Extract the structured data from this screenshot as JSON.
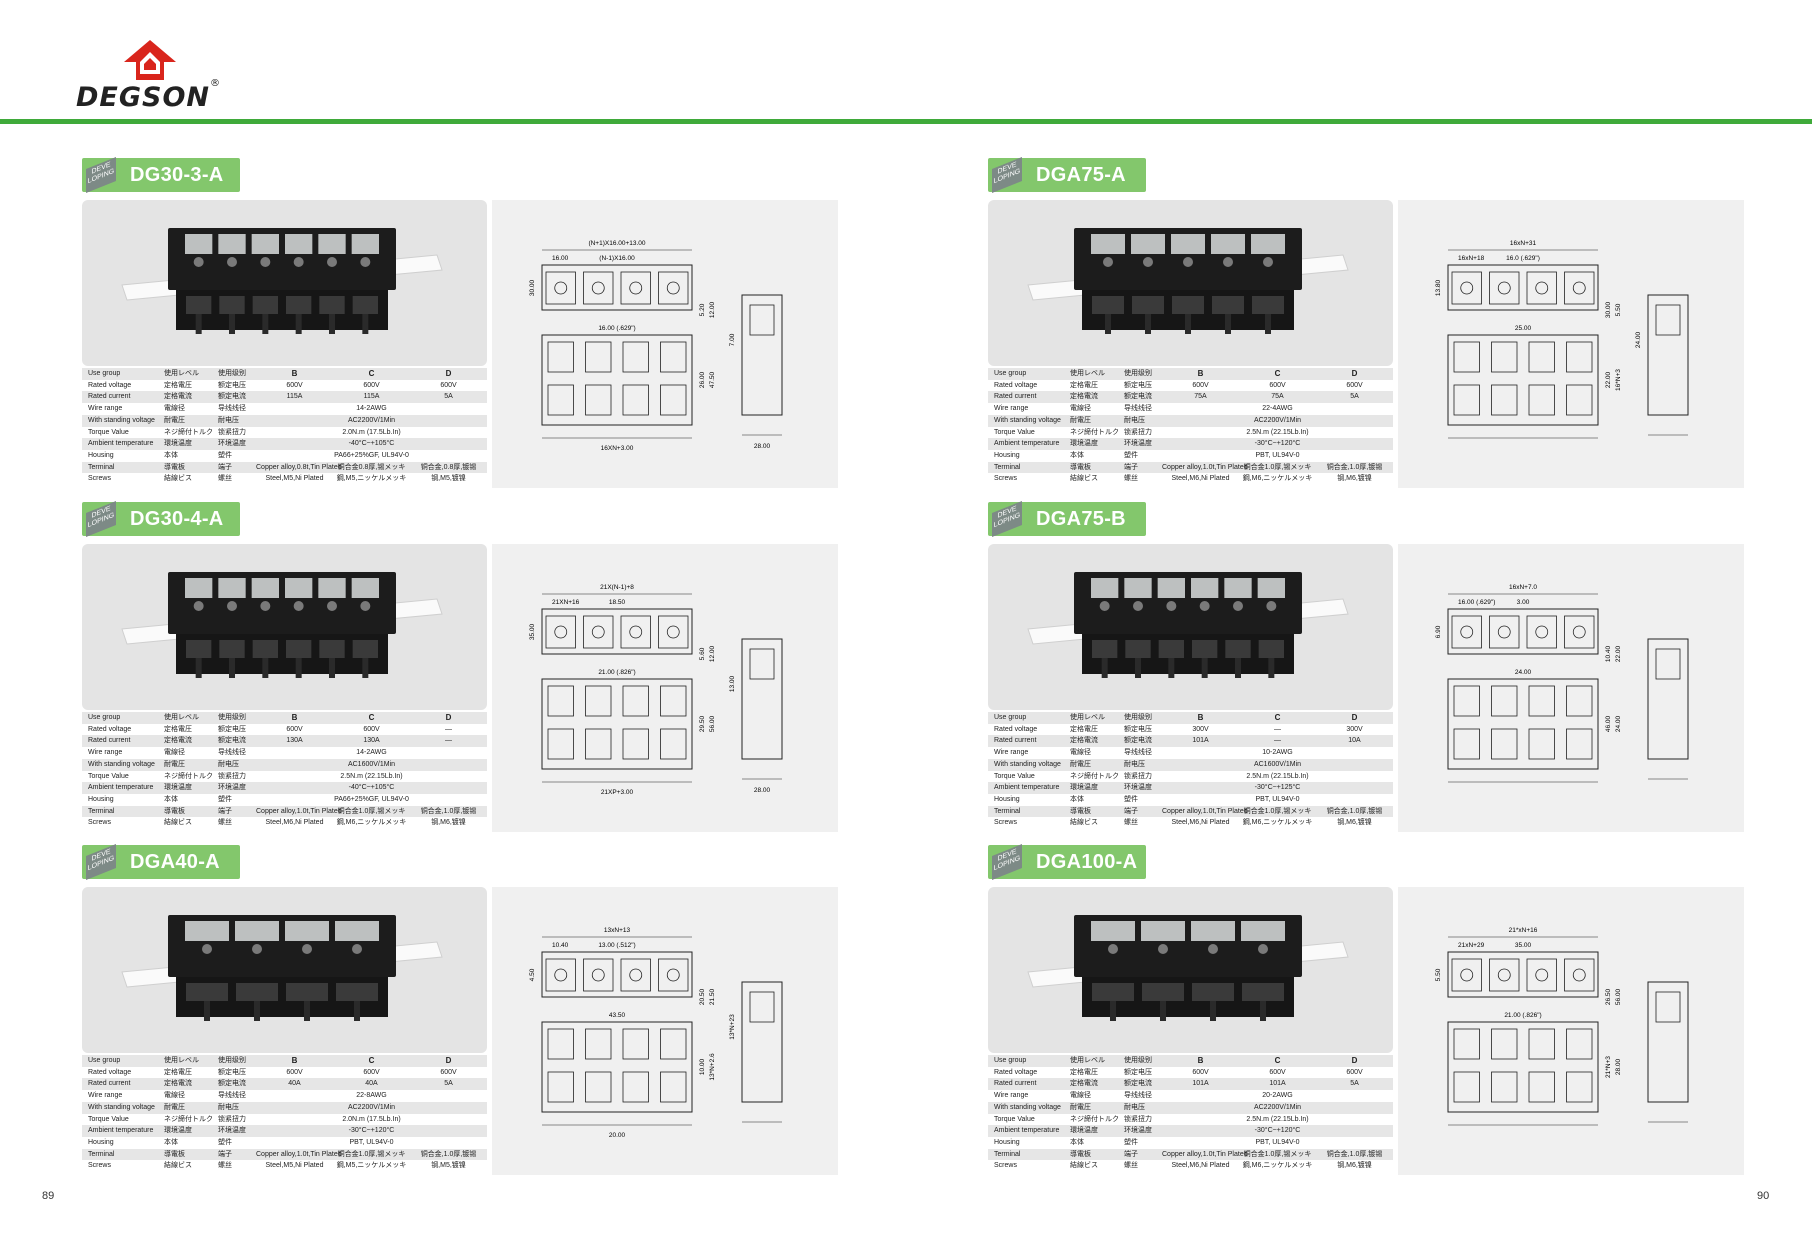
{
  "brand": "DEGSON",
  "brand_mark": "®",
  "accent_color": "#3faa3a",
  "tab_color": "#83c76c",
  "logo_color": "#d9251c",
  "page_left": "89",
  "page_right": "90",
  "badge": "DEVE LOPING",
  "rows": {
    "use_group": {
      "en": "Use group",
      "jp": "使用レベル",
      "cn": "使用级别"
    },
    "rated_voltage": {
      "en": "Rated voltage",
      "jp": "定格電圧",
      "cn": "额定电压"
    },
    "rated_current": {
      "en": "Rated current",
      "jp": "定格電流",
      "cn": "额定电流"
    },
    "wire_range": {
      "en": "Wire range",
      "jp": "電線径",
      "cn": "导线线径"
    },
    "withstand": {
      "en": "With standing voltage",
      "jp": "耐電圧",
      "cn": "耐电压"
    },
    "torque": {
      "en": "Torque Value",
      "jp": "ネジ締付トルク",
      "cn": "锁紧扭力"
    },
    "ambient": {
      "en": "Ambient temperature",
      "jp": "環境温度",
      "cn": "环境温度"
    },
    "housing": {
      "en": "Housing",
      "jp": "本体",
      "cn": "塑件"
    },
    "terminal": {
      "en": "Terminal",
      "jp": "導電板",
      "cn": "端子"
    },
    "screws": {
      "en": "Screws",
      "jp": "結線ビス",
      "cn": "螺丝"
    }
  },
  "products": [
    {
      "id": "dg30-3-a",
      "title": "DG30-3-A",
      "poles": 6,
      "B": "B",
      "C": "C",
      "D": "D",
      "voltage": [
        "600V",
        "600V",
        "600V"
      ],
      "current": [
        "115A",
        "115A",
        "5A"
      ],
      "wire": "14-2AWG",
      "withstand": "AC2200V/1Min",
      "torque": "2.0N.m (17.5Lb.In)",
      "ambient": "-40°C~+105°C",
      "housing": "PA66+25%GF, UL94V-0",
      "terminal": [
        "Copper alloy,0.8t,Tin Plated",
        "铜合金0.8厚,锡メッキ",
        "铜合金,0.8厚,镀锡"
      ],
      "screws": [
        "Steel,M5,Ni Plated",
        "鋼,M5,ニッケルメッキ",
        "钢,M5,镀镍"
      ],
      "dims": [
        "(N+1)X16.00+13.00",
        "16.00",
        "(N-1)X16.00",
        "30.00",
        "5.20",
        "12.00",
        "16.00 (.629\")",
        "26.00",
        "47.50",
        "7.00",
        "16XN+3.00",
        "28.00"
      ]
    },
    {
      "id": "dg30-4-a",
      "title": "DG30-4-A",
      "poles": 6,
      "B": "B",
      "C": "C",
      "D": "D",
      "voltage": [
        "600V",
        "600V",
        "—"
      ],
      "current": [
        "130A",
        "130A",
        "—"
      ],
      "wire": "14-2AWG",
      "withstand": "AC1600V/1Min",
      "torque": "2.5N.m (22.15Lb.In)",
      "ambient": "-40°C~+105°C",
      "housing": "PA66+25%GF, UL94V-0",
      "terminal": [
        "Copper alloy,1.0t,Tin Plated",
        "铜合金1.0厚,锡メッキ",
        "铜合金,1.0厚,镀锡"
      ],
      "screws": [
        "Steel,M6,Ni Plated",
        "鋼,M6,ニッケルメッキ",
        "钢,M6,镀镍"
      ],
      "dims": [
        "21X(N-1)+8",
        "21XN+16",
        "18.50",
        "35.00",
        "5.60",
        "12.00",
        "21.00 (.826\")",
        "29.50",
        "56.00",
        "13.00",
        "21XP+3.00",
        "28.00"
      ]
    },
    {
      "id": "dga40-a",
      "title": "DGA40-A",
      "poles": 4,
      "B": "B",
      "C": "C",
      "D": "D",
      "voltage": [
        "600V",
        "600V",
        "600V"
      ],
      "current": [
        "40A",
        "40A",
        "5A"
      ],
      "wire": "22-8AWG",
      "withstand": "AC2200V/1Min",
      "torque": "2.0N.m (17.5Lb.In)",
      "ambient": "-30°C~+120°C",
      "housing": "PBT, UL94V-0",
      "terminal": [
        "Copper alloy,1.0t,Tin Plated",
        "铜合金1.0厚,锡メッキ",
        "铜合金,1.0厚,镀锡"
      ],
      "screws": [
        "Steel,M5,Ni Plated",
        "鋼,M5,ニッケルメッキ",
        "钢,M5,镀镍"
      ],
      "dims": [
        "13xN+13",
        "10.40",
        "13.00 (.512\")",
        "4.50",
        "20.50",
        "21.50",
        "43.50",
        "10.00",
        "13*N+2.6",
        "13*N+23",
        "20.00"
      ]
    },
    {
      "id": "dga75-a",
      "title": "DGA75-A",
      "poles": 5,
      "B": "B",
      "C": "C",
      "D": "D",
      "voltage": [
        "600V",
        "600V",
        "600V"
      ],
      "current": [
        "75A",
        "75A",
        "5A"
      ],
      "wire": "22-4AWG",
      "withstand": "AC2200V/1Min",
      "torque": "2.5N.m (22.15Lb.In)",
      "ambient": "-30°C~+120°C",
      "housing": "PBT, UL94V-0",
      "terminal": [
        "Copper alloy,1.0t,Tin Plated",
        "铜合金1.0厚,锡メッキ",
        "铜合金,1.0厚,镀锡"
      ],
      "screws": [
        "Steel,M6,Ni Plated",
        "鋼,M6,ニッケルメッキ",
        "钢,M6,镀镍"
      ],
      "dims": [
        "16xN+31",
        "16xN+18",
        "16.0 (.629\")",
        "13.80",
        "30.00",
        "5.50",
        "25.00",
        "22.00",
        "16*N+3",
        "24.00"
      ]
    },
    {
      "id": "dga75-b",
      "title": "DGA75-B",
      "poles": 6,
      "B": "B",
      "C": "C",
      "D": "D",
      "voltage": [
        "300V",
        "—",
        "300V"
      ],
      "current": [
        "101A",
        "—",
        "10A"
      ],
      "wire": "10-2AWG",
      "withstand": "AC1600V/1Min",
      "torque": "2.5N.m (22.15Lb.In)",
      "ambient": "-30°C~+125°C",
      "housing": "PBT, UL94V-0",
      "terminal": [
        "Copper alloy,1.0t,Tin Plated",
        "铜合金1.0厚,锡メッキ",
        "铜合金,1.0厚,镀锡"
      ],
      "screws": [
        "Steel,M6,Ni Plated",
        "鋼,M6,ニッケルメッキ",
        "钢,M6,镀镍"
      ],
      "dims": [
        "16xN+7.0",
        "16.00 (.629\")",
        "3.00",
        "6.90",
        "10.40",
        "22.00",
        "24.00",
        "46.00",
        "24.00"
      ]
    },
    {
      "id": "dga100-a",
      "title": "DGA100-A",
      "poles": 4,
      "B": "B",
      "C": "C",
      "D": "D",
      "voltage": [
        "600V",
        "600V",
        "600V"
      ],
      "current": [
        "101A",
        "101A",
        "5A"
      ],
      "wire": "20-2AWG",
      "withstand": "AC2200V/1Min",
      "torque": "2.5N.m (22.15Lb.In)",
      "ambient": "-30°C~+120°C",
      "housing": "PBT, UL94V-0",
      "terminal": [
        "Copper alloy,1.0t,Tin Plated",
        "铜合金1.0厚,锡メッキ",
        "铜合金,1.0厚,镀锡"
      ],
      "screws": [
        "Steel,M6,Ni Plated",
        "鋼,M6,ニッケルメッキ",
        "钢,M6,镀镍"
      ],
      "dims": [
        "21*xN+16",
        "21xN+29",
        "35.00",
        "5.50",
        "26.50",
        "56.00",
        "21.00 (.826\")",
        "21*N+3",
        "28.00"
      ]
    }
  ]
}
